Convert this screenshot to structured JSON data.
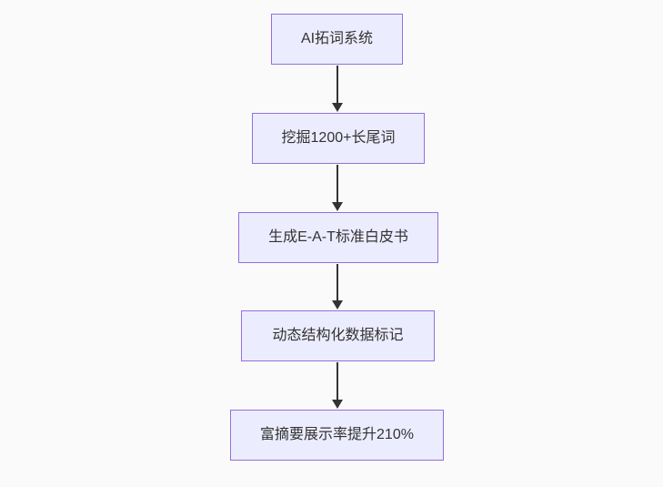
{
  "diagram": {
    "type": "flowchart",
    "direction": "top-down",
    "colors": {
      "background": "#fafafa",
      "node_fill": "#ECECFF",
      "node_border": "#9370DB",
      "node_text": "#333333",
      "arrow": "#333333"
    },
    "nodes": [
      {
        "label": "AI拓词系统"
      },
      {
        "label": "挖掘1200+长尾词"
      },
      {
        "label": "生成E-A-T标准白皮书"
      },
      {
        "label": "动态结构化数据标记"
      },
      {
        "label": "富摘要展示率提升210%"
      }
    ],
    "edges": [
      {
        "from": 0,
        "to": 1
      },
      {
        "from": 1,
        "to": 2
      },
      {
        "from": 2,
        "to": 3
      },
      {
        "from": 3,
        "to": 4
      }
    ]
  }
}
